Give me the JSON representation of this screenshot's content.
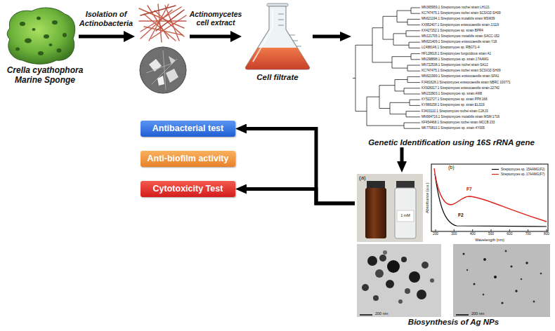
{
  "diagram": {
    "nodes": [
      {
        "text": [
          "Crella cyathophora Marine Sponge"
        ]
      },
      {
        "text": [
          "Cell filtrate"
        ]
      },
      {
        "text": [
          "Genetic Identification using 16S rRNA gene"
        ]
      },
      {
        "text": [
          "Biosynthesis of Ag NPs"
        ]
      },
      {
        "text": [
          "Antibacterial test"
        ]
      },
      {
        "text": [
          "Anti-biofilm activity"
        ]
      },
      {
        "text": [
          "Cytotoxicity Test"
        ]
      }
    ],
    "edges": [
      {
        "from": 1,
        "to": 2,
        "arrow": "to"
      },
      {
        "from": 2,
        "to": 3,
        "arrow": "to"
      },
      {
        "from": 3,
        "to": 4,
        "arrow": "to"
      },
      {
        "from": 3,
        "to": 6,
        "arrow": "to"
      }
    ],
    "labels": [
      "Isolation of Actinobacteria",
      "Actinomycetes cell extract",
      "MN365959.1 Streptomyces rochei strain LH121",
      "KC747475.1 Streptomyces rochei strain SCSIOZ-SH09",
      "MN621194.1 Streptomyces mutabilis strain MSM39",
      "KX852407.1 Streptomyces enissocaesilis strain JJ119",
      "KX427152.1 Streptomyces sp. strain BPR4",
      "MN121705.1 Streptomyces mutabilis strain SACC-152",
      "MN621409.1 Streptomyces enissocaesilis strain Y18",
      "LC488146.1 Streptomyces sp. RBGT1-4",
      "HF128618.1 Streptomyces fungicidicus strain A1",
      "MN298898.1 Streptomyces sp. strain 17AAMG",
      "MN722538.1 Streptomyces rochei strain SA12",
      "KC747475.1 Streptomyces rochei strain SCSIOZ-SH09",
      "MN621999.1 Streptomyces enissocaesilis strain SFA1",
      "FJ481628.1 Streptomyces enissocaesilis strain NBRC 100771",
      "KX928317.1 Streptomyces enissocaesilis strain 22742",
      "MN233903.1 Streptomyces sp. strain AM8",
      "KY522727.1 Streptomyces sp. strain PP8 168",
      "KY866158.1 Streptomyces sp. strain ELS19",
      "FJ403110.1 Streptomyces rochei strain C2KJ3",
      "MN664716.1 Streptomyces mutabilis strain MSM 1716",
      "KF454468.1 Streptomyces rochei strain MCCB 233",
      "MK770810.1 Streptomyces sp. strain 4Y005",
      "(a)",
      "1 mM",
      "(b)",
      "F7",
      "F2",
      "Absorbance (a.u.)",
      "Wavelength (nm)",
      "200",
      "300",
      "400",
      "500",
      "600",
      "700",
      "800",
      "200 nm",
      "200 nm"
    ],
    "legend": [
      {
        "text": "Streptomyces sp. 15AAMG(F2)"
      },
      {
        "text": "Streptomyces sp. 17AAMG(F7)"
      }
    ]
  }
}
